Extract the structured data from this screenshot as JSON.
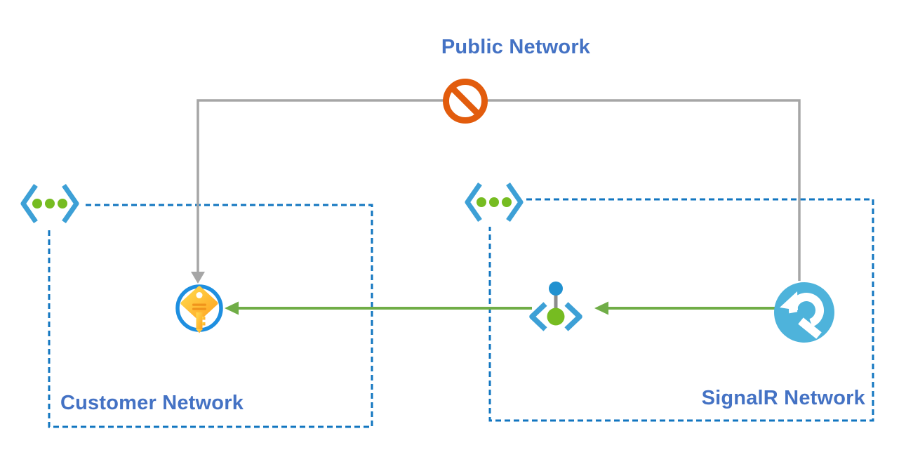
{
  "diagram": {
    "type": "azure-network-architecture",
    "labels": {
      "public_network": "Public Network",
      "customer_network": "Customer Network",
      "signalr_network": "SignalR Network"
    },
    "regions": [
      {
        "name": "customer-network",
        "label": "Customer Network",
        "border": "dashed-blue"
      },
      {
        "name": "signalr-network",
        "label": "SignalR Network",
        "border": "dashed-blue"
      }
    ],
    "icons": [
      {
        "name": "virtual-network-icon",
        "region": "customer-network"
      },
      {
        "name": "virtual-network-icon",
        "region": "signalr-network"
      },
      {
        "name": "blocked-sign-icon",
        "on": "public-network-line"
      },
      {
        "name": "key-vault-icon",
        "region": "customer-network"
      },
      {
        "name": "private-endpoint-icon",
        "region": "signalr-network"
      },
      {
        "name": "signalr-service-icon",
        "region": "signalr-network"
      }
    ],
    "connections": [
      {
        "from": "public-network",
        "to": "key-vault-icon",
        "style": "solid-gray-arrow",
        "status": "blocked"
      },
      {
        "from": "public-network",
        "to": "signalr-service-icon",
        "style": "solid-gray-line",
        "status": "blocked"
      },
      {
        "from": "signalr-service-icon",
        "to": "private-endpoint-icon",
        "style": "solid-green-arrow"
      },
      {
        "from": "private-endpoint-icon",
        "to": "key-vault-icon",
        "style": "solid-green-arrow"
      }
    ],
    "colors": {
      "label_text": "#4472C4",
      "region_border": "#1276C0",
      "gray_line": "#A6A6A6",
      "green_arrow": "#70AD47",
      "blocked_orange": "#E25C0D",
      "signalr_blue": "#4EB3DB",
      "bracket_blue": "#3DA0D6",
      "dot_green": "#76BC21",
      "endpoint_dot_blue": "#2191D0",
      "key_ring_blue": "#1E8FE0",
      "key_gold": "#FFC53D",
      "background": "#FFFFFF"
    }
  }
}
